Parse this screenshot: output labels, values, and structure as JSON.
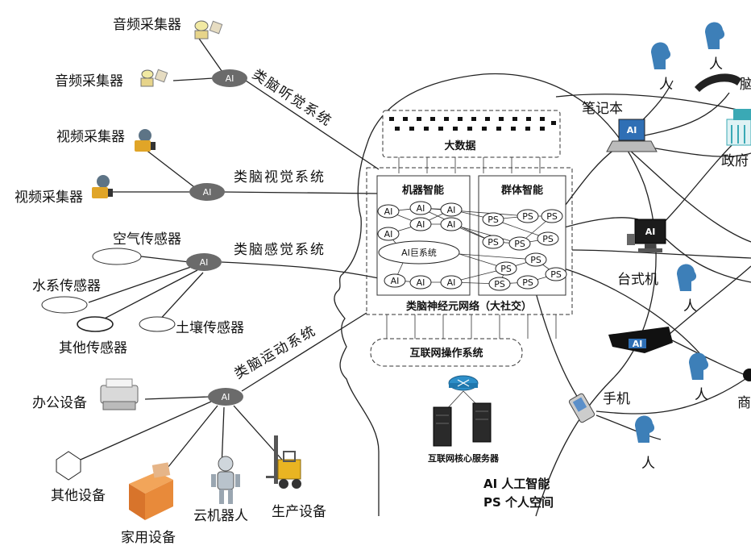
{
  "left": {
    "audio1": "音频采集器",
    "audio2": "音频采集器",
    "video1": "视频采集器",
    "video2": "视频采集器",
    "air": "空气传感器",
    "water": "水系传感器",
    "other_sensor": "其他传感器",
    "soil": "土壤传感器",
    "office": "办公设备",
    "other_device": "其他设备",
    "home": "家用设备",
    "robot": "云机器人",
    "production": "生产设备"
  },
  "hubs": {
    "label": "AI"
  },
  "systems": {
    "hearing": "类脑听觉系统",
    "vision": "类脑视觉系统",
    "sense": "类脑感觉系统",
    "motion": "类脑运动系统"
  },
  "brain": {
    "big_data": "大数据",
    "machine_intel": "机器智能",
    "group_intel": "群体智能",
    "ai_giant": "AI巨系统",
    "ai_node": "AI",
    "ps_node": "PS",
    "neural_net": "类脑神经元网络（大社交）",
    "os": "互联网操作系统",
    "core_server": "互联网核心服务器"
  },
  "right": {
    "laptop": "笔记本",
    "person": "人",
    "government": "政府",
    "brain_partial": "脑",
    "desktop": "台式机",
    "phone": "手机",
    "business_partial": "商",
    "ai_tag": "AI"
  },
  "legend": {
    "ai": "AI 人工智能",
    "ps": "PS 个人空间"
  },
  "colors": {
    "hub_fill": "#6b6b6b",
    "person_blue": "#3d7fb8",
    "laptop_screen": "#2f6fb5",
    "gov_teal": "#3aa9b5",
    "box_orange": "#e88a3a",
    "forklift_yellow": "#e9b422"
  }
}
